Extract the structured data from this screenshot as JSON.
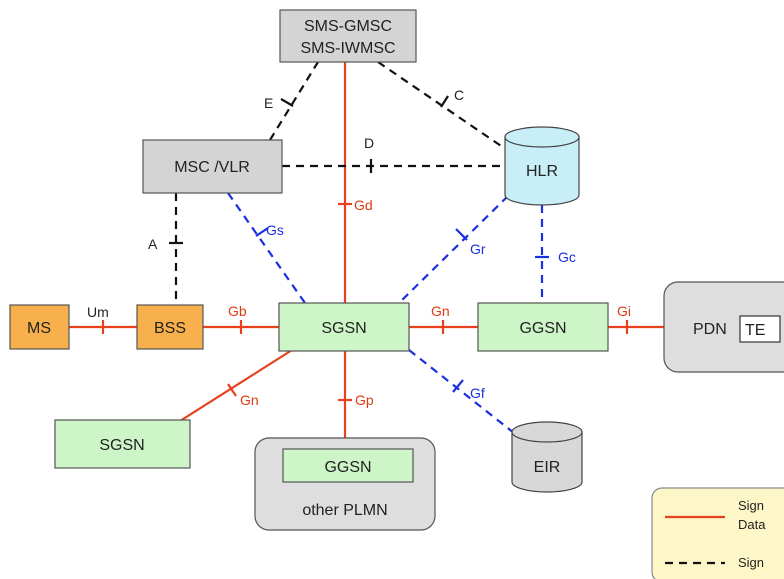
{
  "nodes": {
    "sms_gmsc_line1": "SMS-GMSC",
    "sms_gmsc_line2": "SMS-IWMSC",
    "msc_vlr": "MSC /VLR",
    "hlr": "HLR",
    "ms": "MS",
    "bss": "BSS",
    "sgsn_main": "SGSN",
    "ggsn_main": "GGSN",
    "pdn": "PDN",
    "te": "TE",
    "sgsn_other": "SGSN",
    "ggsn_other": "GGSN",
    "other_plmn": "other PLMN",
    "eir": "EIR"
  },
  "interfaces": {
    "E": "E",
    "C": "C",
    "D": "D",
    "Gd": "Gd",
    "Gs": "Gs",
    "A": "A",
    "Gr": "Gr",
    "Gc": "Gc",
    "Um": "Um",
    "Gb": "Gb",
    "Gn_ggsn": "Gn",
    "Gi": "Gi",
    "Gn_sgsn": "Gn",
    "Gp": "Gp",
    "Gf": "Gf"
  },
  "legend": {
    "signalling_data": "Sign",
    "data": "Data",
    "signalling": "Sign"
  },
  "colors": {
    "data_line": "#e8401c",
    "signalling_line": "#111111",
    "signalling_blue": "#1a2fe0",
    "orange_box": "#f7b04b",
    "green_box": "#cdf5c8",
    "gray_box": "#d4d4d4",
    "hlr_fill": "#c8eef8",
    "legend_fill": "#fdf7c8"
  }
}
